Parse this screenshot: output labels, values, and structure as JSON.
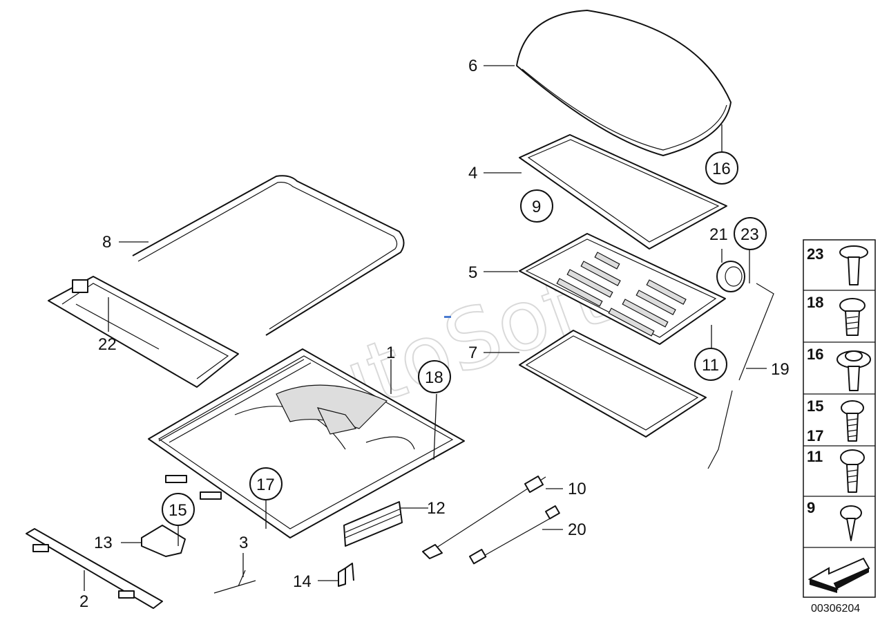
{
  "diagram": {
    "reference_number": "00306204",
    "watermark": "AutoSoft",
    "callouts": [
      {
        "id": "1",
        "label": "1",
        "circled": false
      },
      {
        "id": "2",
        "label": "2",
        "circled": false
      },
      {
        "id": "3",
        "label": "3",
        "circled": false
      },
      {
        "id": "4",
        "label": "4",
        "circled": false
      },
      {
        "id": "5",
        "label": "5",
        "circled": false
      },
      {
        "id": "6",
        "label": "6",
        "circled": false
      },
      {
        "id": "7",
        "label": "7",
        "circled": false
      },
      {
        "id": "8",
        "label": "8",
        "circled": false
      },
      {
        "id": "9",
        "label": "9",
        "circled": true
      },
      {
        "id": "10",
        "label": "10",
        "circled": false
      },
      {
        "id": "11",
        "label": "11",
        "circled": true
      },
      {
        "id": "12",
        "label": "12",
        "circled": false
      },
      {
        "id": "13",
        "label": "13",
        "circled": false
      },
      {
        "id": "14",
        "label": "14",
        "circled": false
      },
      {
        "id": "15",
        "label": "15",
        "circled": true
      },
      {
        "id": "16",
        "label": "16",
        "circled": true
      },
      {
        "id": "17",
        "label": "17",
        "circled": true
      },
      {
        "id": "18",
        "label": "18",
        "circled": true
      },
      {
        "id": "19",
        "label": "19",
        "circled": false
      },
      {
        "id": "20",
        "label": "20",
        "circled": false
      },
      {
        "id": "21",
        "label": "21",
        "circled": false
      },
      {
        "id": "22",
        "label": "22",
        "circled": false
      },
      {
        "id": "23",
        "label": "23",
        "circled": true
      }
    ],
    "fastener_legend": [
      {
        "labels": [
          "23"
        ],
        "icon": "push-rivet-icon"
      },
      {
        "labels": [
          "18"
        ],
        "icon": "flange-screw-icon"
      },
      {
        "labels": [
          "16"
        ],
        "icon": "washer-screw-icon"
      },
      {
        "labels": [
          "15",
          "17"
        ],
        "icon": "long-screw-icon"
      },
      {
        "labels": [
          "11"
        ],
        "icon": "pan-screw-icon"
      },
      {
        "labels": [
          "9"
        ],
        "icon": "tapping-screw-icon"
      },
      {
        "labels": [],
        "icon": "direction-arrow-icon"
      }
    ]
  }
}
